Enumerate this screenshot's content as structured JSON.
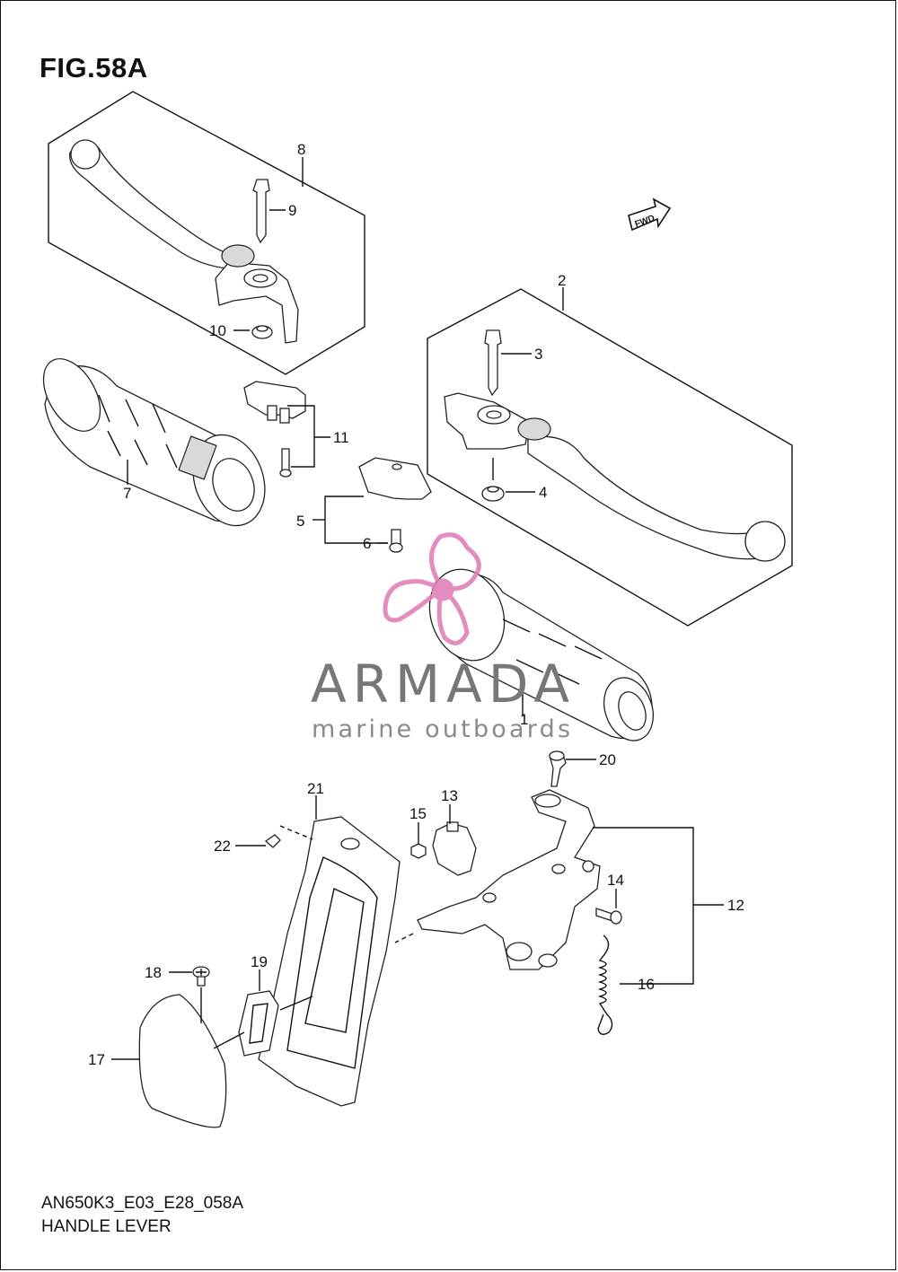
{
  "figure": {
    "title": "FIG.58A"
  },
  "footer": {
    "code": "AN650K3_E03_E28_058A",
    "name": "HANDLE LEVER"
  },
  "fwd_label": "FWD",
  "watermark": {
    "name": "ARMADA",
    "tagline": "marine outboards",
    "logo_color": "#e080b8",
    "text_color": "#77777a"
  },
  "callouts": [
    "1",
    "2",
    "3",
    "4",
    "5",
    "6",
    "7",
    "8",
    "9",
    "10",
    "11",
    "12",
    "13",
    "14",
    "15",
    "16",
    "17",
    "18",
    "19",
    "20",
    "21",
    "22"
  ]
}
